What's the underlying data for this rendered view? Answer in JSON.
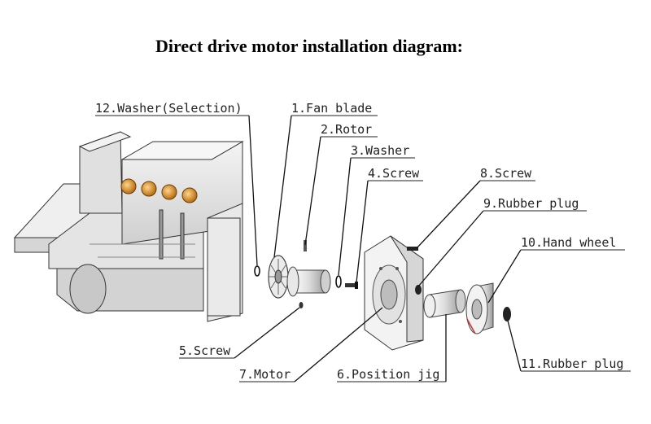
{
  "title": "Direct drive motor installation diagram:",
  "labels": {
    "fan_blade": "1.Fan blade",
    "rotor": "2.Rotor",
    "washer": "3.Washer",
    "screw_4": "4.Screw",
    "screw_5": "5.Screw",
    "position_jig": "6.Position jig",
    "motor": "7.Motor",
    "screw_8": "8.Screw",
    "rubber_plug_9": "9.Rubber plug",
    "hand_wheel": "10.Hand wheel",
    "rubber_plug_11": "11.Rubber plug",
    "washer_selection": "12.Washer(Selection)"
  }
}
